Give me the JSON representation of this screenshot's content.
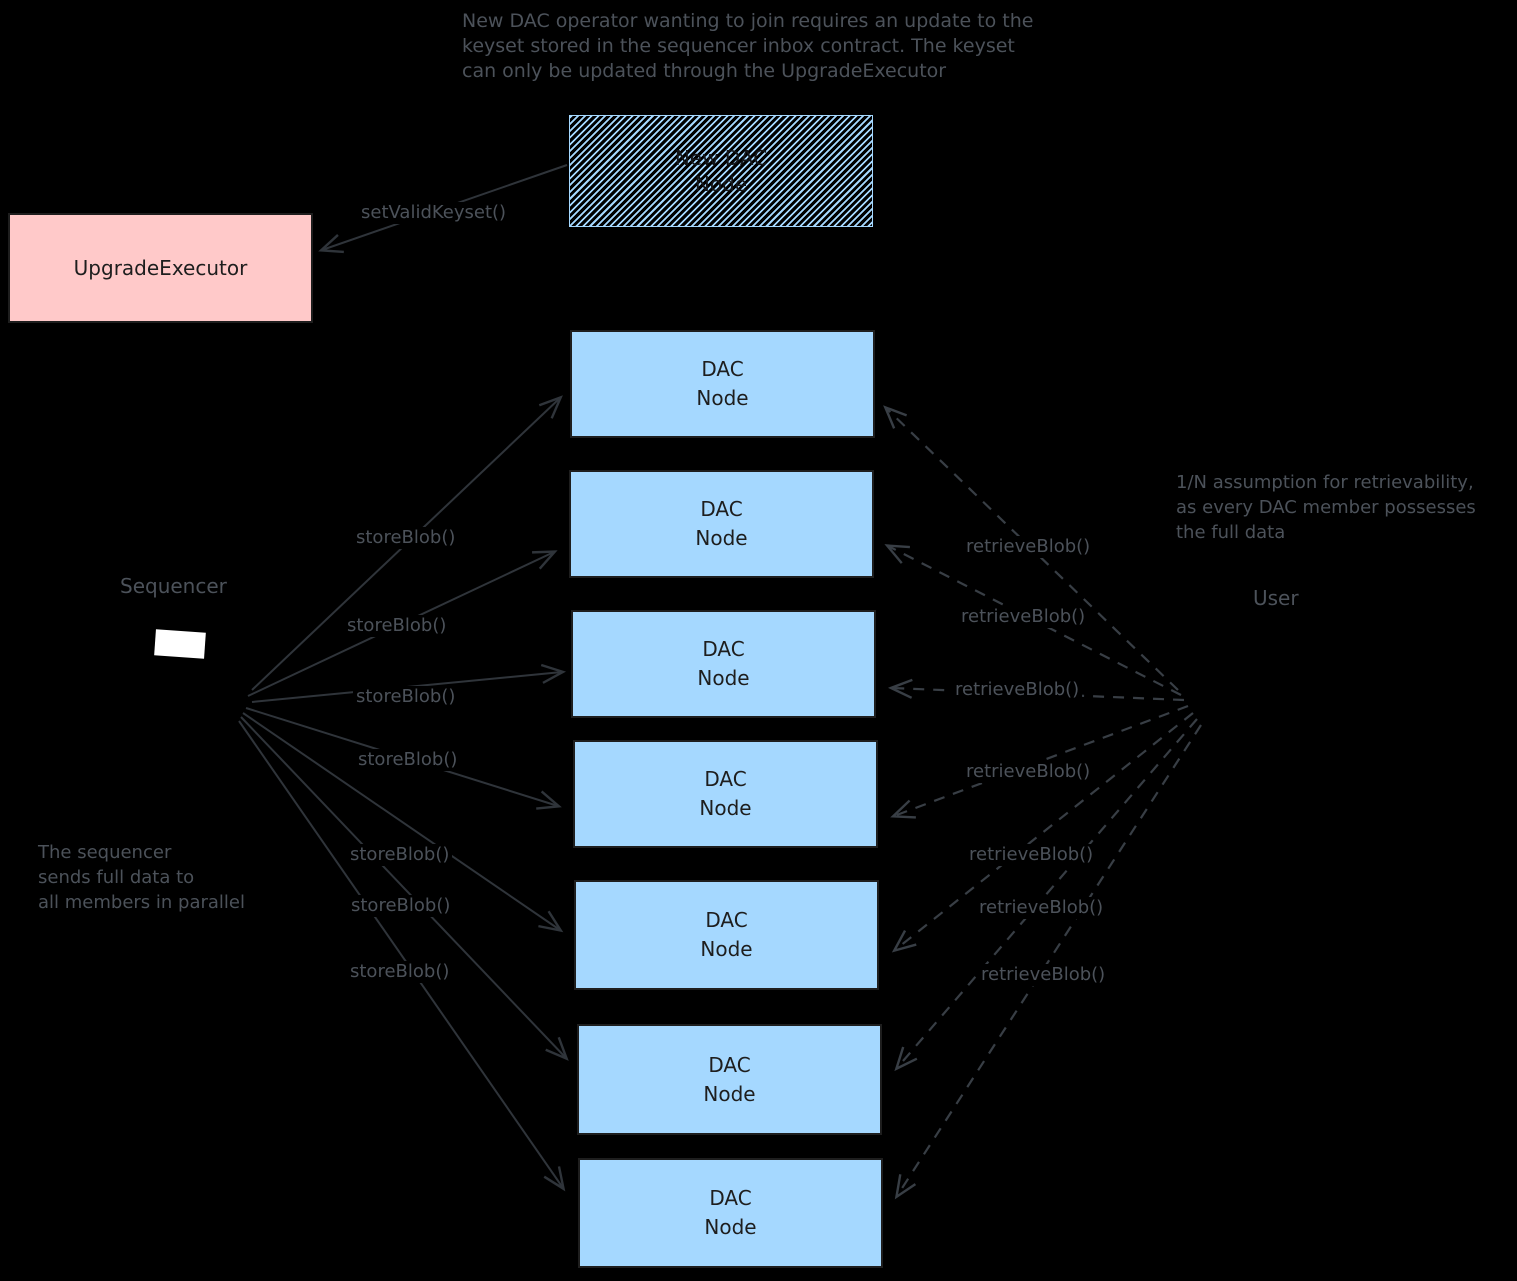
{
  "notes": {
    "top_note": {
      "line1": "New DAC operator wanting to join requires an update to the",
      "line2": "keyset stored in the sequencer inbox contract. The keyset",
      "line3": "can only be updated through the UpgradeExecutor"
    },
    "left_note": {
      "line1": "The sequencer",
      "line2": "sends full data to",
      "line3": "all members in parallel"
    },
    "right_note": {
      "line1": "1/N assumption for retrievability,",
      "line2": "as every DAC member possesses",
      "line3": "the full data"
    }
  },
  "nodes": {
    "upgrade_executor": {
      "label": "UpgradeExecutor"
    },
    "new_dac_node": {
      "line1": "New DAC",
      "line2": "Node"
    },
    "sequencer": {
      "label": "Sequencer"
    },
    "user": {
      "label": "User"
    },
    "dac_nodes": [
      {
        "line1": "DAC",
        "line2": "Node"
      },
      {
        "line1": "DAC",
        "line2": "Node"
      },
      {
        "line1": "DAC",
        "line2": "Node"
      },
      {
        "line1": "DAC",
        "line2": "Node"
      },
      {
        "line1": "DAC",
        "line2": "Node"
      },
      {
        "line1": "DAC",
        "line2": "Node"
      },
      {
        "line1": "DAC",
        "line2": "Node"
      }
    ]
  },
  "edges": {
    "set_valid_keyset": {
      "label": "setValidKeyset()"
    },
    "store": [
      {
        "label": "storeBlob()"
      },
      {
        "label": "storeBlob()"
      },
      {
        "label": "storeBlob()"
      },
      {
        "label": "storeBlob()"
      },
      {
        "label": "storeBlob()"
      },
      {
        "label": "storeBlob()"
      },
      {
        "label": "storeBlob()"
      }
    ],
    "retrieve": [
      {
        "label": "retrieveBlob()"
      },
      {
        "label": "retrieveBlob()"
      },
      {
        "label": "retrieveBlob()"
      },
      {
        "label": "retrieveBlob()"
      },
      {
        "label": "retrieveBlob()"
      },
      {
        "label": "retrieveBlob()"
      },
      {
        "label": "retrieveBlob()"
      }
    ]
  },
  "colors": {
    "background": "#000000",
    "dac_node_fill": "#a5d8ff",
    "upgrade_executor_fill": "#ffc9c9",
    "hatch_stripe": "#a5d8ff",
    "box_border": "#1e1e1e",
    "box_text": "#1e1e1e",
    "annotation_text": "#4c525a",
    "arrow_solid": "#2f343a",
    "arrow_dashed": "#383e45"
  }
}
